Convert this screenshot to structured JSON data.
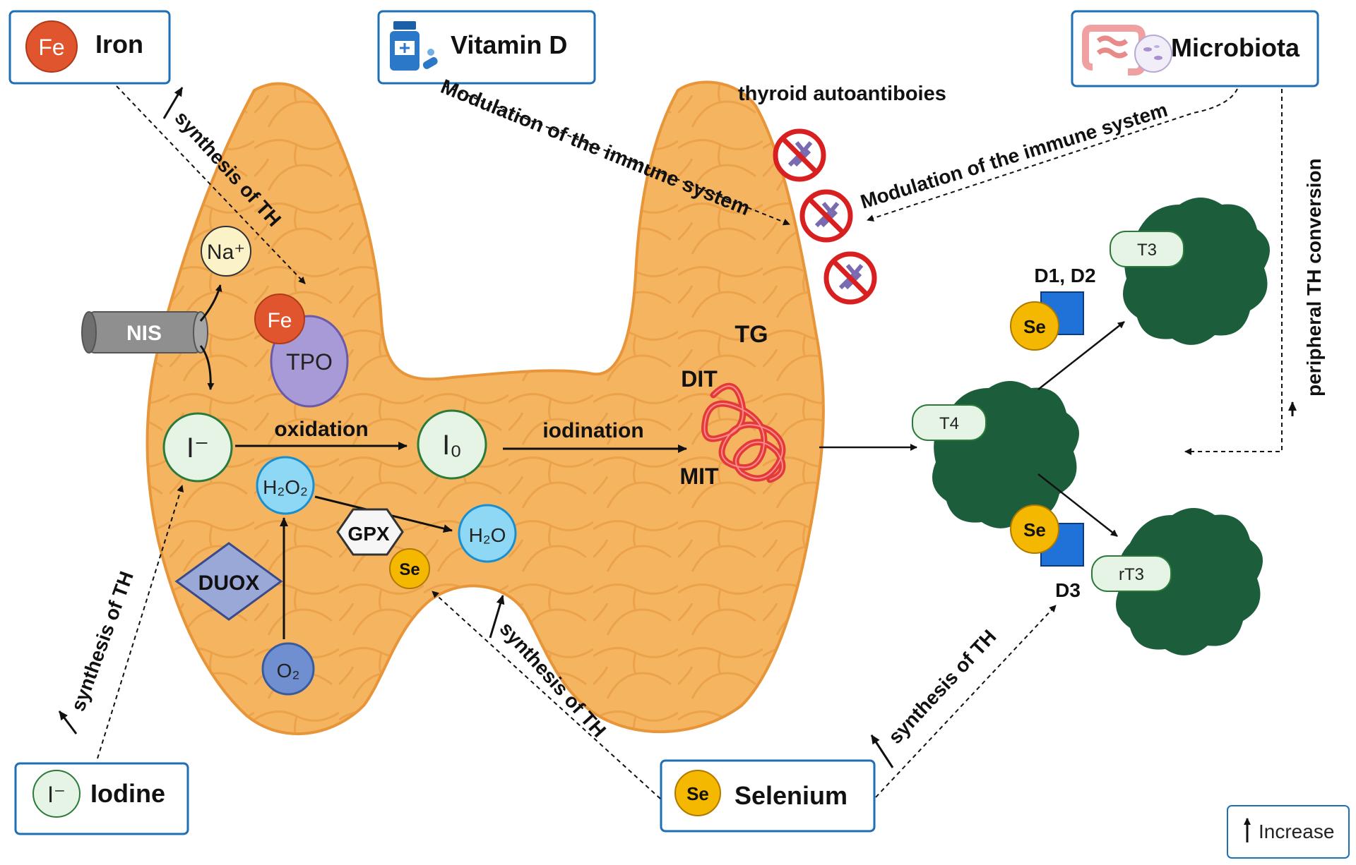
{
  "sources": {
    "iron": {
      "title": "Iron",
      "symbol": "Fe"
    },
    "vitamin_d": {
      "title": "Vitamin D"
    },
    "microbiota": {
      "title": "Microbiota"
    },
    "iodine": {
      "title": "Iodine",
      "symbol": "I⁻"
    },
    "selenium": {
      "title": "Selenium",
      "symbol": "Se"
    }
  },
  "legend": {
    "text": "Increase"
  },
  "molecules": {
    "na": "Na⁺",
    "nis": "NIS",
    "fe": "Fe",
    "tpo": "TPO",
    "iodide": "I⁻",
    "iodine0": "I₀",
    "h2o2": "H₂O₂",
    "h2o": "H₂O",
    "o2": "O₂",
    "duox": "DUOX",
    "gpx": "GPX",
    "se_gpx": "Se",
    "tg": "TG",
    "dit": "DIT",
    "mit": "MIT",
    "t4": "T4",
    "t3": "T3",
    "rt3": "rT3",
    "d1d2": "D1, D2",
    "d3": "D3",
    "se_d1d2": "Se",
    "se_d3": "Se"
  },
  "arrow_labels": {
    "oxidation": "oxidation",
    "iodination": "iodination",
    "synthesis_iron": "synthesis of TH",
    "synthesis_iodine": "synthesis of TH",
    "synthesis_selenium_gpx": "synthesis of TH",
    "synthesis_selenium_deio": "synthesis of TH",
    "modulation_vitd": "Modulation of the immune system",
    "modulation_microbiota": "Modulation of the immune system",
    "autoantibodies": "thyroid autoantiboies",
    "peripheral": "peripheral TH conversion"
  },
  "colors": {
    "thyroid": "#f5b560",
    "thyroid_edge": "#e8953a",
    "box_border": "#1f6fb5",
    "iodide_fill": "#e6f4e6",
    "iodide_border": "#2c7a3a",
    "water_fill": "#8fd8f5",
    "water_border": "#1a8fd0",
    "fe_fill": "#e0552e",
    "se_fill": "#f5b800",
    "tpo_fill": "#a89ad6",
    "duox_fill": "#9aa8d8",
    "protein": "#1c5e3c",
    "deiodinase": "#1f72d8",
    "tg": "#e23a3a"
  }
}
